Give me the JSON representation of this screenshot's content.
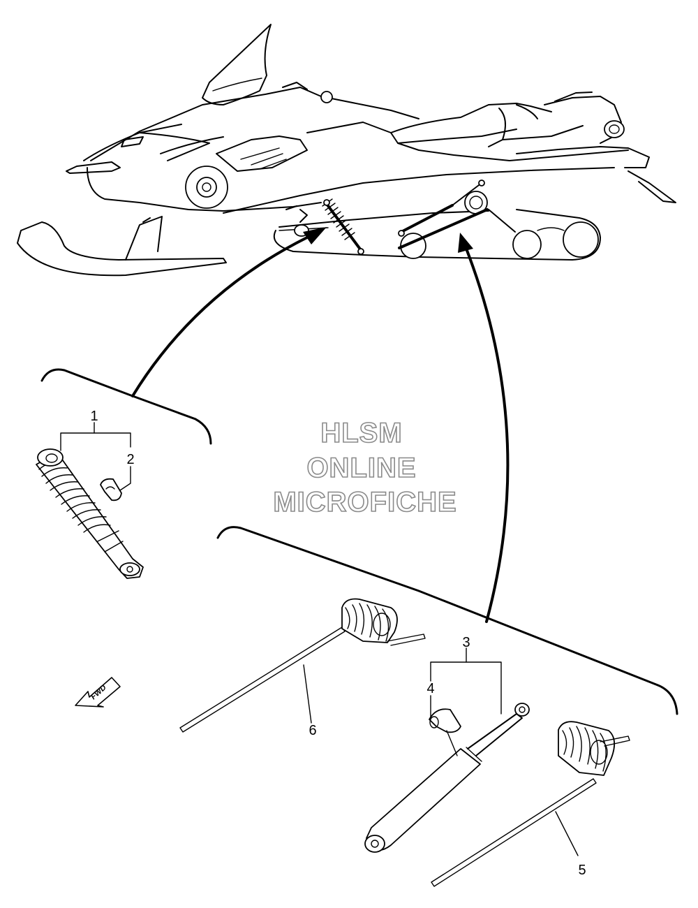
{
  "watermark": {
    "line1": "HLSM",
    "line2": "ONLINE",
    "line3": "MICROFICHE"
  },
  "fwd_label": "FWD",
  "callouts": {
    "c1": "1",
    "c2": "2",
    "c3": "3",
    "c4": "4",
    "c5": "5",
    "c6": "6"
  },
  "colors": {
    "line": "#000000",
    "watermark_stroke": "#8a8a8a"
  }
}
